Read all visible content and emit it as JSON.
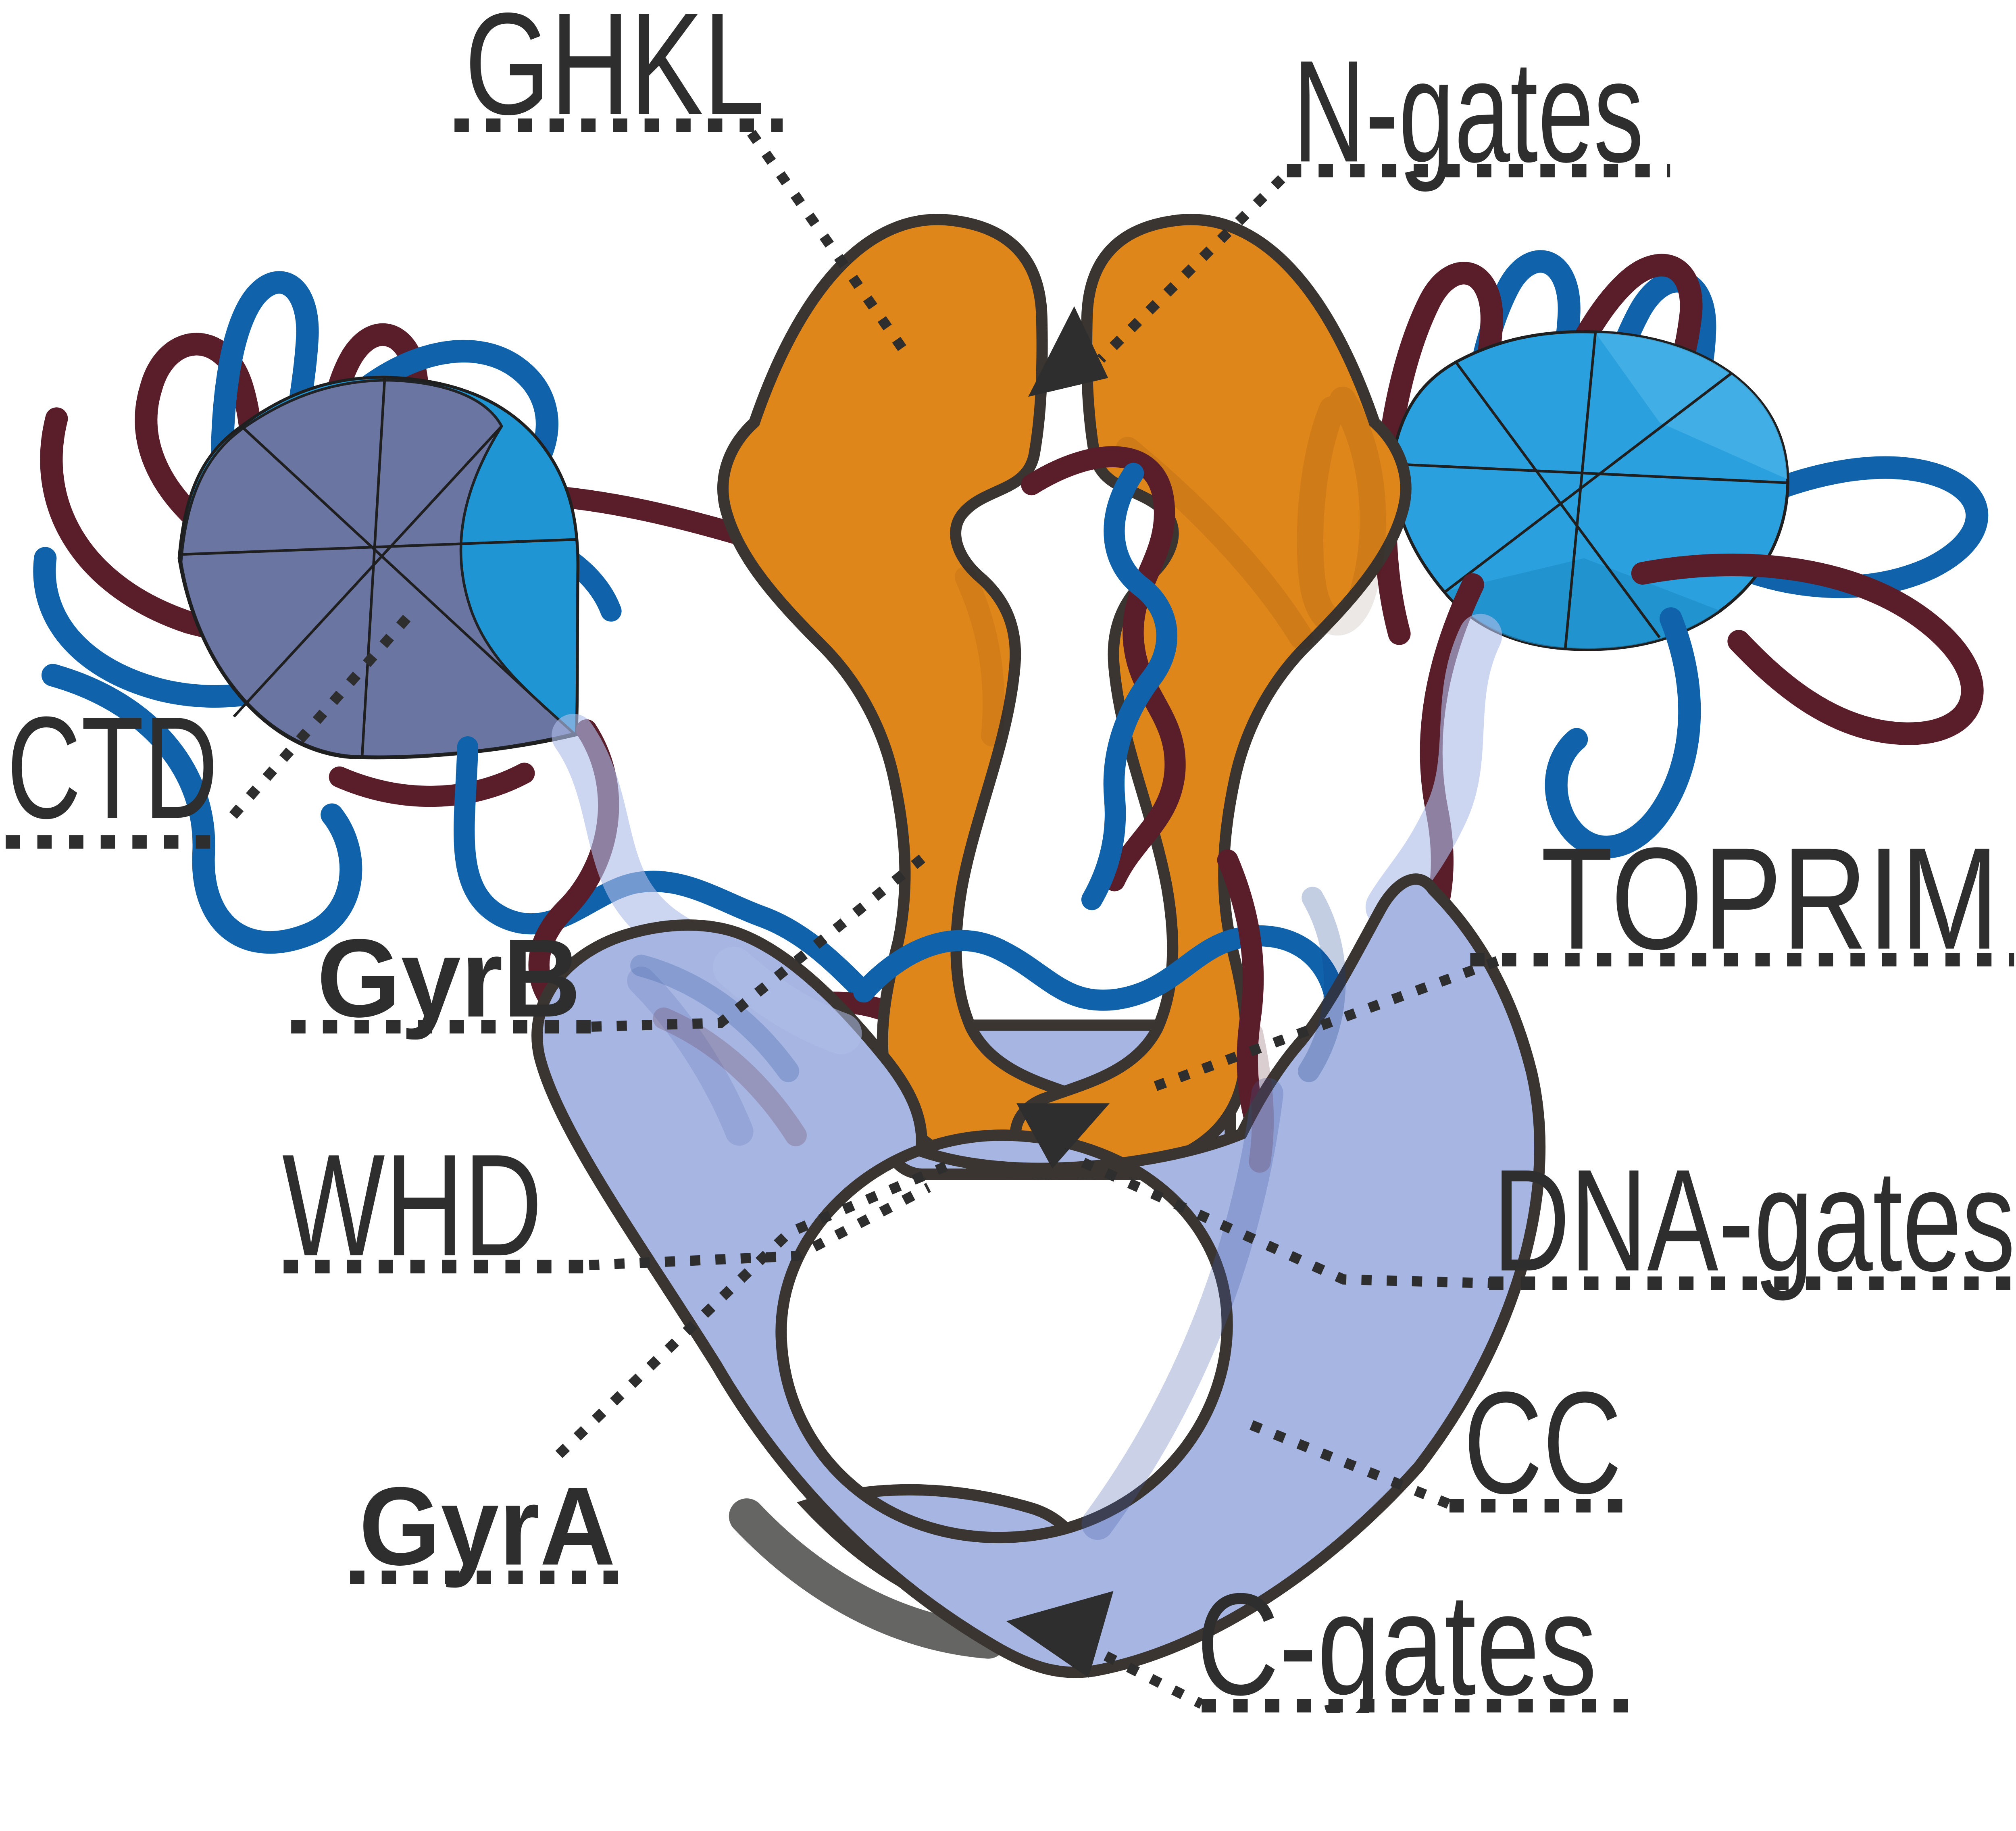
{
  "figure": {
    "description": "Schematic of DNA gyrase (GyrA2GyrB2) architecture with DNA wrapped around CTDs",
    "labels": {
      "ghkl": "GHKL",
      "n_gates": "N-gates",
      "ctd": "CTD",
      "gyrb": "GyrB",
      "toprim": "TOPRIM",
      "whd": "WHD",
      "dna_gates": "DNA-gates",
      "gyra": "GyrA",
      "cc": "CC",
      "c_gates": "C-gates"
    },
    "label_styles": {
      "gyrb_bold": true,
      "gyra_bold": true
    },
    "icons": [
      "n-gate-arrowhead",
      "dna-gate-arrowhead",
      "c-gate-arrowhead"
    ]
  },
  "colors": {
    "ink": "#2E2E2E",
    "outline": "#3A3531",
    "orange": "#DF861B",
    "body": "#A6B5E1",
    "ribbon": "#AFBDE9",
    "dna_blue": "#1063AB",
    "dna_maroon": "#5A1E2B",
    "disc_blue_left": "#1F96D3",
    "disc_slate": "#6F74A1",
    "disc_blue_right": "#2AA1DE",
    "disc_blue_right_light": "#45B0E6",
    "disc_blue_right_dark": "#1E8EC9",
    "bg": "#FFFFFF"
  }
}
